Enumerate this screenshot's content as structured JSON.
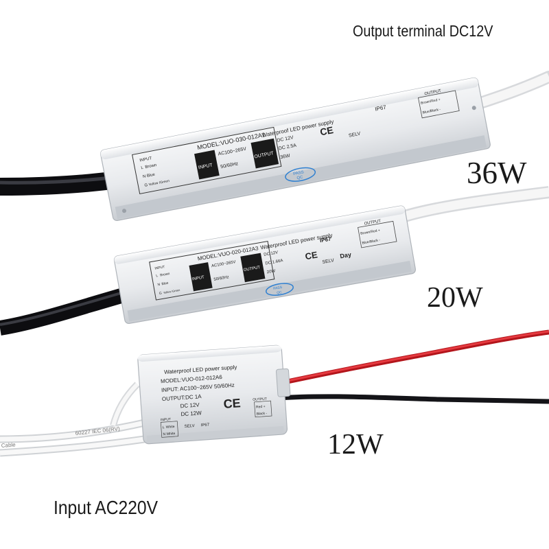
{
  "captions": {
    "output_terminal": "Output terminal DC12V",
    "input": "Input AC220V",
    "w36": "36W",
    "w20": "20W",
    "w12": "12W"
  },
  "psu36": {
    "model": "MODEL:VUO-030-012A1",
    "title": "Waterproof LED power supply",
    "input_label": "INPUT",
    "input_ac": "AC100~265V",
    "input_hz": "50/60Hz",
    "output_label": "OUTPUT",
    "output_dc": "DC 12V",
    "output_a": "DC 2.5A",
    "output_w": "36W",
    "ip": "IP67",
    "ce": "CE",
    "selv": "SELV",
    "wire_heading": "INPUT",
    "wires": [
      {
        "pin": "L",
        "color": "Brown"
      },
      {
        "pin": "N",
        "color": "Blue"
      },
      {
        "pin": "G",
        "color": "Yellow /Green"
      }
    ],
    "out_heading": "OUTPUT",
    "out_wires": [
      "Brown/Red +",
      "Blue/Black -"
    ],
    "pass": "PASS",
    "qc": "QC"
  },
  "psu20": {
    "model": "MODEL:VUO-020-012A3",
    "title": "Waterproof LED power supply",
    "input_label": "INPUT",
    "input_ac": "AC100~265V",
    "input_hz": "50/60Hz",
    "output_label": "OUTPUT",
    "output_dc": "DC 12V",
    "output_a": "DC 1.66A",
    "output_w": "20W",
    "ip": "IP67",
    "ce": "CE",
    "selv": "SELV",
    "day": "Day",
    "wire_heading": "INPUT",
    "wires": [
      {
        "pin": "L",
        "color": "Brown"
      },
      {
        "pin": "N",
        "color": "Blue"
      },
      {
        "pin": "G",
        "color": "Yellow /Green"
      }
    ],
    "out_heading": "OUTPUT",
    "out_wires": [
      "Brown/Red +",
      "Blue/Black -"
    ],
    "pass": "PASS",
    "qc": "QC"
  },
  "psu12": {
    "title": "Waterproof LED power supply",
    "model": "MODEL:VUO-012-012A6",
    "input": "INPUT: AC100~265V  50/60Hz",
    "output_a": "OUTPUT:DC 1A",
    "output_v": "DC 12V",
    "output_w": "DC 12W",
    "ce": "CE",
    "ip": "IP67",
    "selv": "SELV",
    "wire_heading": "INPUT",
    "wires": [
      {
        "pin": "L",
        "color": "White"
      },
      {
        "pin": "N",
        "color": "White"
      }
    ],
    "out_heading": "OUTPUT",
    "out_wires": [
      "Red +",
      "Black -"
    ],
    "cable_print": "60227 IEC 06(RV)",
    "cable_word": "Cable"
  },
  "colors": {
    "housing": "#eceef0",
    "housing_shade": "#c9cdd2",
    "black_cable": "#1c1d22",
    "white_cable": "#f3f3f3",
    "red_wire": "#d81f26",
    "label_black": "#1a1a1a",
    "qc_blue": "#2d7fd1"
  }
}
